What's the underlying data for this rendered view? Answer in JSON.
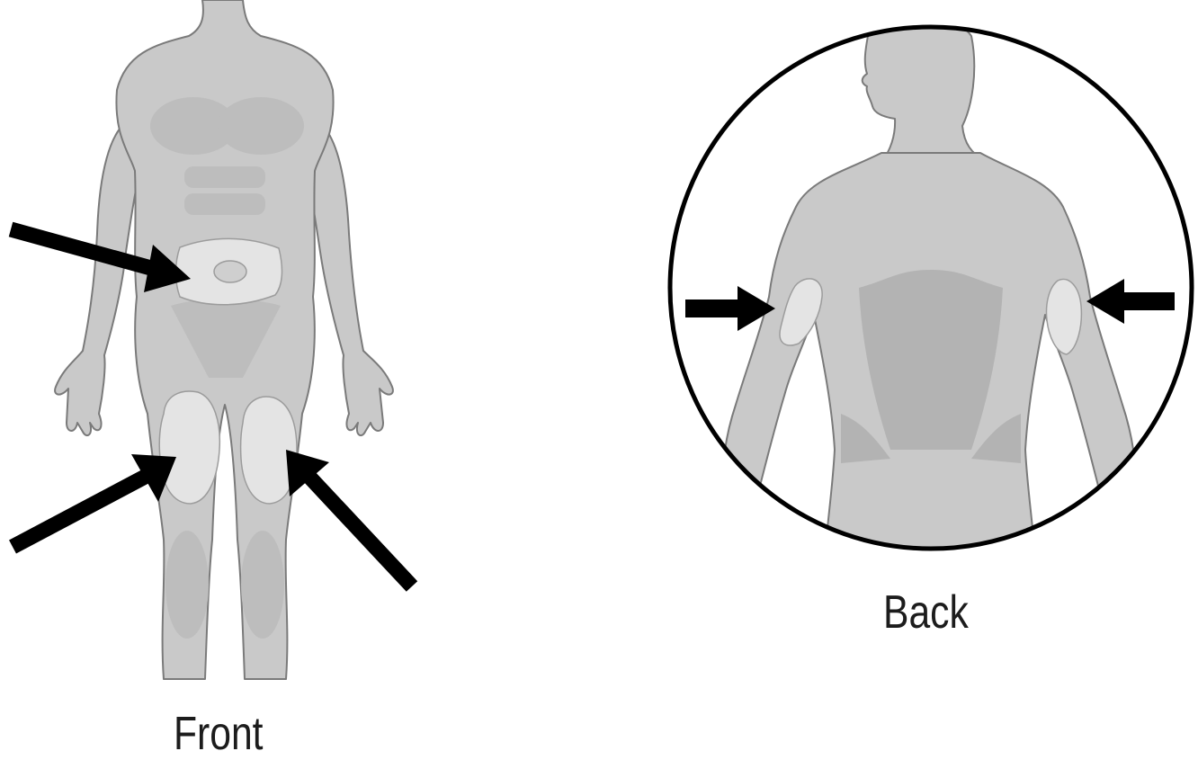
{
  "labels": {
    "front": "Front",
    "back": "Back"
  },
  "colors": {
    "background": "#ffffff",
    "body_fill": "#c9c9c9",
    "body_shade": "#b3b3b3",
    "body_outline": "#7a7a7a",
    "injection_site": "#e4e4e4",
    "arrow": "#000000",
    "circle_outline": "#000000"
  },
  "views": [
    {
      "name": "front",
      "injection_sites": [
        "abdomen",
        "left-thigh",
        "right-thigh"
      ]
    },
    {
      "name": "back",
      "injection_sites": [
        "left-upper-arm",
        "right-upper-arm"
      ]
    }
  ]
}
